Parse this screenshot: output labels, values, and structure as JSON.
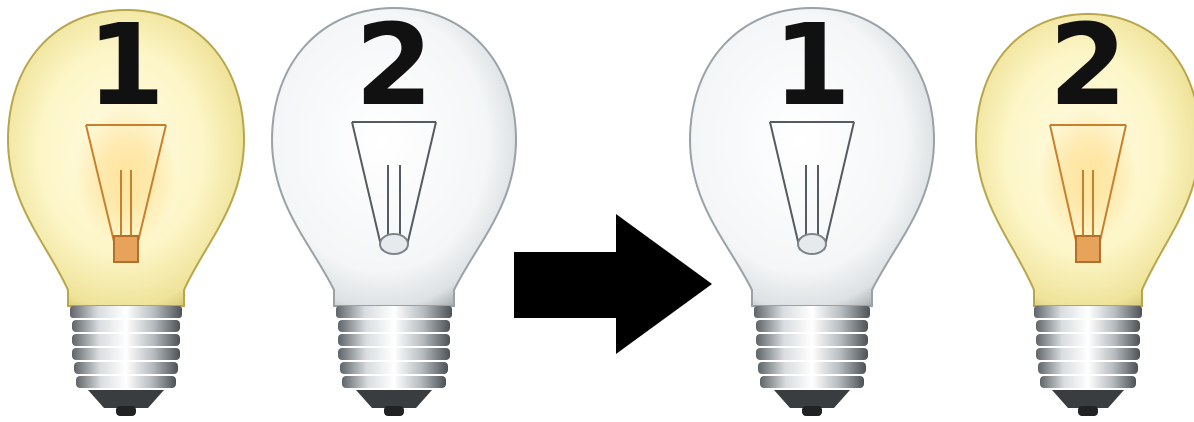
{
  "bulbs": [
    {
      "label": "1",
      "state": "on",
      "group": "before"
    },
    {
      "label": "2",
      "state": "off",
      "group": "before"
    },
    {
      "label": "1",
      "state": "off",
      "group": "after"
    },
    {
      "label": "2",
      "state": "on",
      "group": "after"
    }
  ],
  "arrow": {
    "icon": "right-arrow-icon",
    "color": "#000000"
  },
  "colors": {
    "glass_on_center": "#fffbe2",
    "glass_on_edge": "#e9dd86",
    "glass_off_center": "#ffffff",
    "glass_off_edge": "#c9cfd2",
    "filament_glow": "#f0a040",
    "number": "#111111",
    "base_metal": "#9aa0a5"
  }
}
